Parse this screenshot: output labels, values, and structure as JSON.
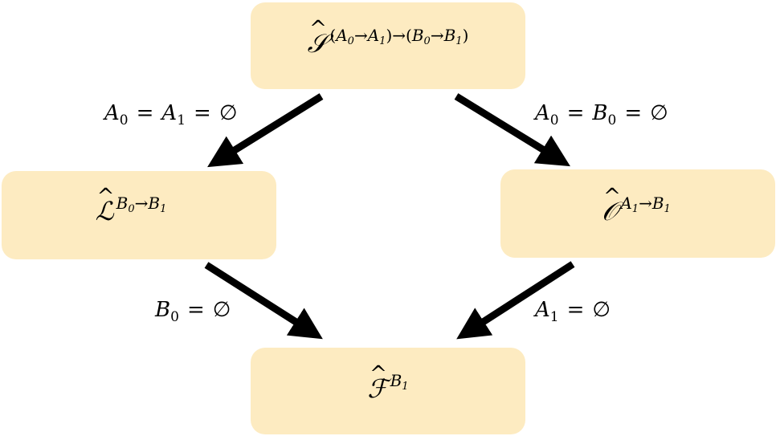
{
  "nodes": {
    "top": {
      "symbol": "𝒮",
      "hat": "^",
      "superscript": [
        "(",
        "A",
        "0",
        "→",
        "A",
        "1",
        ")",
        "→",
        "(",
        "B",
        "0",
        "→",
        "B",
        "1",
        ")"
      ]
    },
    "left": {
      "symbol": "ℒ",
      "hat": "^",
      "superscript": [
        "B",
        "0",
        "→",
        "B",
        "1"
      ]
    },
    "right": {
      "symbol": "𝒪",
      "hat": "^",
      "superscript": [
        "A",
        "1",
        "→",
        "B",
        "1"
      ]
    },
    "bottom": {
      "symbol": "ℱ",
      "hat": "^",
      "superscript": [
        "B",
        "1"
      ]
    }
  },
  "edges": {
    "top_left": {
      "terms": [
        [
          "A",
          "0"
        ],
        [
          "A",
          "1"
        ]
      ],
      "eq": "=",
      "empty": "∅"
    },
    "top_right": {
      "terms": [
        [
          "A",
          "0"
        ],
        [
          "B",
          "0"
        ]
      ],
      "eq": "=",
      "empty": "∅"
    },
    "bottom_left": {
      "terms": [
        [
          "B",
          "0"
        ]
      ],
      "eq": "=",
      "empty": "∅"
    },
    "bottom_right": {
      "terms": [
        [
          "A",
          "1"
        ]
      ],
      "eq": "=",
      "empty": "∅"
    }
  },
  "colors": {
    "node_fill": "#fdebc1",
    "arrow": "#000000"
  }
}
